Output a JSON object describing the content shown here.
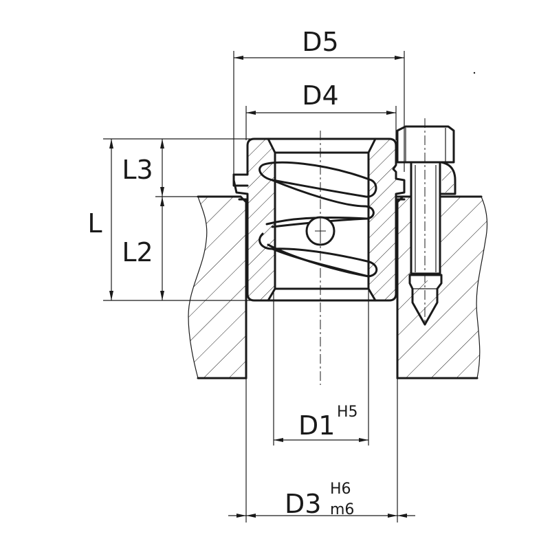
{
  "dimensions": {
    "d5": "D5",
    "d4": "D4",
    "l3": "L3",
    "l": "L",
    "l2": "L2",
    "d1": {
      "base": "D1",
      "upper": "H5"
    },
    "d3": {
      "base": "D3",
      "upper": "H6",
      "lower": "m6"
    }
  }
}
